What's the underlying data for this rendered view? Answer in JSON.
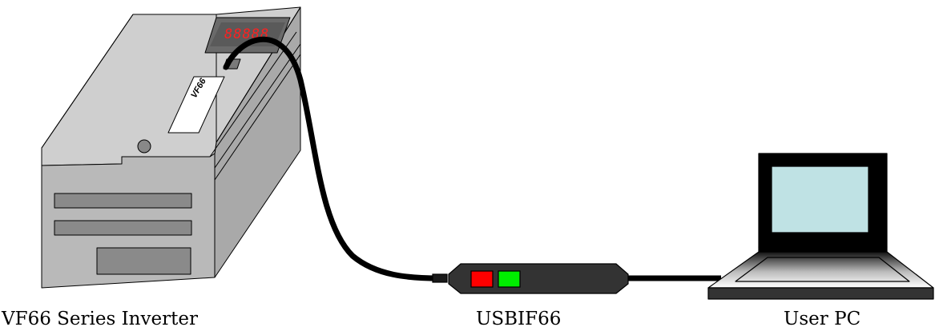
{
  "inverter": {
    "caption": "VF66 Series Inverter",
    "display_text": "88888",
    "model_label": "VF66",
    "body_color": "#c8c8c8",
    "display_color": "#ff2020"
  },
  "adapter": {
    "caption": "USBIF66",
    "led_red": "#ff0000",
    "led_green": "#00ee00"
  },
  "pc": {
    "caption": "User PC",
    "screen_color": "#bfe2e4"
  },
  "cable_color": "#000000"
}
